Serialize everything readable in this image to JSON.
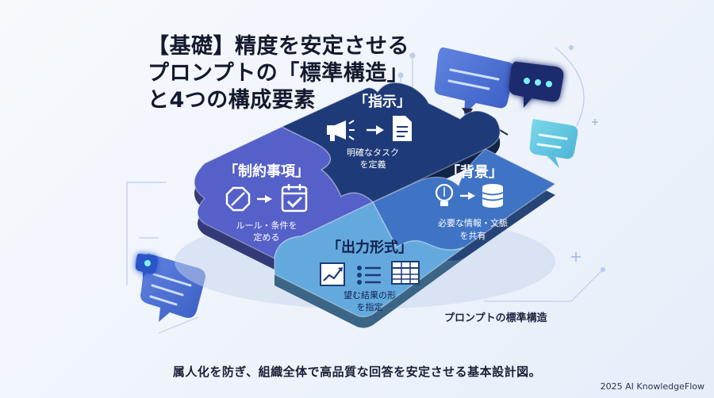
{
  "title_lines": [
    "【基礎】精度を安定させる",
    "プロンプトの「標準構造」",
    "と4つの構成要素"
  ],
  "pieces": [
    {
      "key": "instruction",
      "label": "「指示」",
      "desc_lines": [
        "明確なタスク",
        "を定義"
      ],
      "color": "#1e3a78",
      "icons": [
        "megaphone-icon",
        "arrow-right-icon",
        "document-icon"
      ]
    },
    {
      "key": "background",
      "label": "「背景」",
      "desc_lines": [
        "必要な情報・文脈",
        "を共有"
      ],
      "color": "#3f73c4",
      "icons": [
        "lightbulb-icon",
        "arrow-right-icon",
        "database-icon"
      ]
    },
    {
      "key": "output",
      "label": "「出力形式」",
      "desc_lines": [
        "望む結果の形",
        "を指定"
      ],
      "color": "#63a9de",
      "icons": [
        "line-chart-icon",
        "bullet-list-icon",
        "table-icon"
      ]
    },
    {
      "key": "constraint",
      "label": "「制約事項」",
      "desc_lines": [
        "ルール・条件を",
        "定める"
      ],
      "color": "#5560c8",
      "icons": [
        "prohibited-icon",
        "arrow-right-icon",
        "calendar-check-icon"
      ]
    }
  ],
  "caption": "プロンプトの標準構造",
  "tagline": "属人化を防ぎ、組織全体で高品質な回答を安定させる基本設計図。",
  "copyright": "2025 AI KnowledgeFlow"
}
